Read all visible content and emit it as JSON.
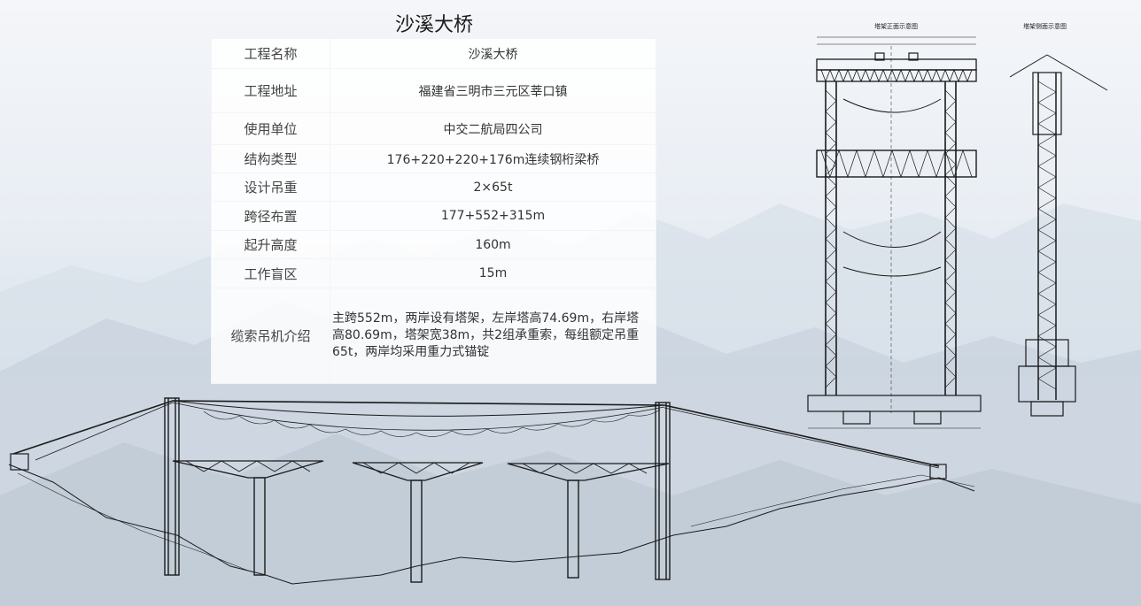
{
  "title": "沙溪大桥",
  "table": {
    "rows": [
      {
        "label": "工程名称",
        "value": "沙溪大桥"
      },
      {
        "label": "工程地址",
        "value": "福建省三明市三元区莘口镇"
      },
      {
        "label": "使用单位",
        "value": "中交二航局四公司"
      },
      {
        "label": "结构类型",
        "value": "176+220+220+176m连续钢桁梁桥"
      },
      {
        "label": "设计吊重",
        "value": "2×65t"
      },
      {
        "label": "跨径布置",
        "value": "177+552+315m"
      },
      {
        "label": "起升高度",
        "value": "160m"
      },
      {
        "label": "工作盲区",
        "value": "15m"
      },
      {
        "label": "缆索吊机介绍",
        "value": "主跨552m，两岸设有塔架，左岸塔高74.69m，右岸塔高80.69m，塔架宽38m，共2组承重索，每组额定吊重65t，两岸均采用重力式锚锭"
      }
    ]
  },
  "drawings": {
    "front_view_title": "塔架正面示意图",
    "side_view_title": "塔架侧面示意图"
  },
  "colors": {
    "line": "#1a1a1a",
    "background": "#e9eef4"
  }
}
